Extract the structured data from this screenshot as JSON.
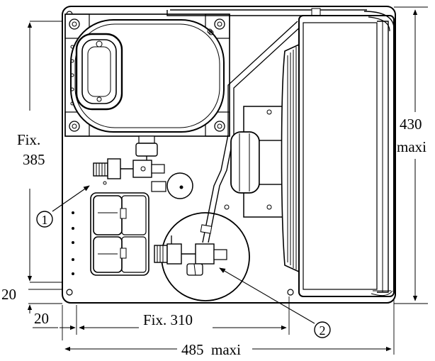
{
  "dimensions": {
    "fix_385_line1": "Fix.",
    "fix_385_line2": "385",
    "max_430_line1": "430",
    "max_430_line2": "maxi",
    "offset_vertical": "20",
    "offset_horizontal": "20",
    "fix_310": "Fix. 310",
    "max_485": "485  maxi"
  },
  "callouts": [
    {
      "label": "1"
    },
    {
      "label": "2"
    }
  ]
}
